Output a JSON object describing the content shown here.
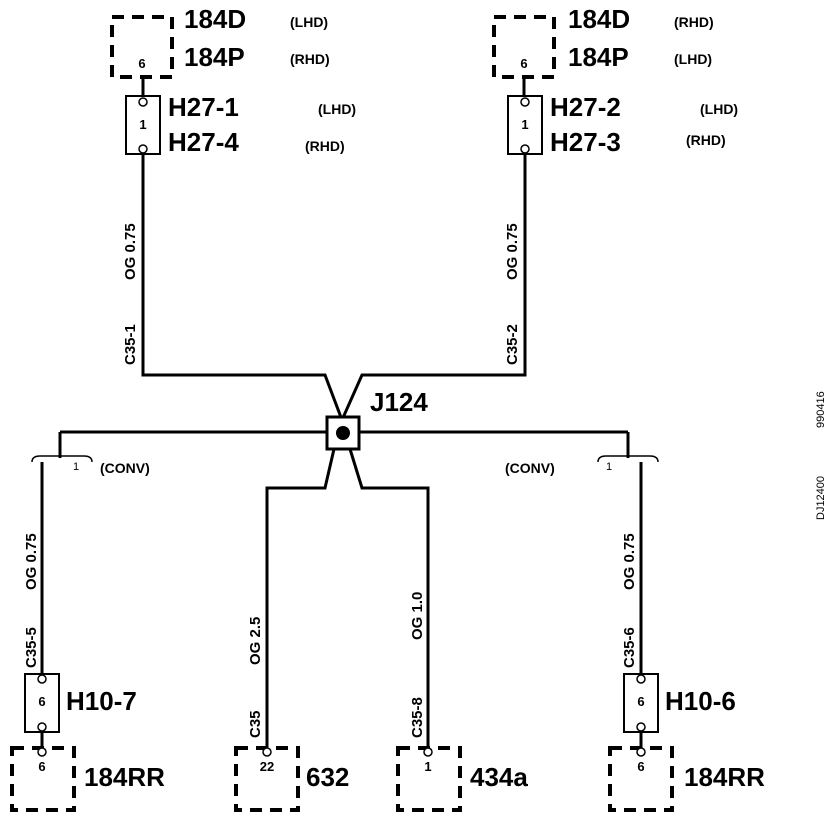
{
  "connectors": {
    "top_left": {
      "pin": "6",
      "name_1": "184D",
      "note_1": "(LHD)",
      "name_2": "184P",
      "note_2": "(RHD)"
    },
    "top_right": {
      "pin": "6",
      "name_1": "184D",
      "note_1": "(RHD)",
      "name_2": "184P",
      "note_2": "(LHD)"
    },
    "h27_left": {
      "pin": "1",
      "name_1": "H27-1",
      "note_1": "(LHD)",
      "name_2": "H27-4",
      "note_2": "(RHD)"
    },
    "h27_right": {
      "pin": "1",
      "name_1": "H27-2",
      "note_1": "(LHD)",
      "name_2": "H27-3",
      "note_2": "(RHD)"
    },
    "h10_left": {
      "pin": "6",
      "name": "H10-7"
    },
    "h10_right": {
      "pin": "6",
      "name": "H10-6"
    },
    "bottom_1": {
      "pin": "6",
      "name": "184RR"
    },
    "bottom_2": {
      "pin": "22",
      "name": "632"
    },
    "bottom_3": {
      "pin": "1",
      "name": "434a"
    },
    "bottom_4": {
      "pin": "6",
      "name": "184RR"
    }
  },
  "splice": {
    "name": "J124"
  },
  "wires": {
    "c35_1": {
      "color_size": "OG 0.75",
      "circuit": "C35-1"
    },
    "c35_2": {
      "color_size": "OG 0.75",
      "circuit": "C35-2"
    },
    "c35_5": {
      "color_size": "OG 0.75",
      "circuit": "C35-5"
    },
    "c35_6": {
      "color_size": "OG 0.75",
      "circuit": "C35-6"
    },
    "c35": {
      "color_size": "OG 2.5",
      "circuit": "C35"
    },
    "c35_8": {
      "color_size": "OG 1.0",
      "circuit": "C35-8"
    }
  },
  "options": {
    "left": "(CONV)",
    "right": "(CONV)",
    "tick": "1"
  },
  "figure_id": {
    "code": "DJ12400",
    "date": "990416"
  }
}
